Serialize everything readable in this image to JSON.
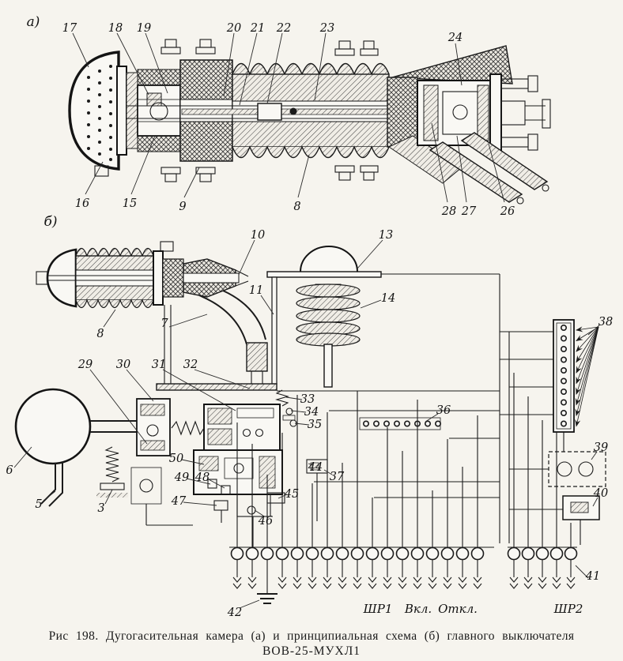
{
  "figure": {
    "part_a": {
      "label": "а)"
    },
    "part_b": {
      "label": "б)"
    },
    "caption": {
      "line1": "Рис 198. Дугогасительная камера (а) и принципиальная схема (б) главного выключателя",
      "line2": "ВОВ-25-МУХЛ1"
    },
    "terminals": {
      "shr1": "ШР1",
      "vkl": "Вкл.",
      "otkl": "Откл.",
      "shr2": "ШР2"
    },
    "callouts_a": {
      "n8": "8",
      "n9": "9",
      "n15": "15",
      "n16": "16",
      "n17": "17",
      "n18": "18",
      "n19": "19",
      "n20": "20",
      "n21": "21",
      "n22": "22",
      "n23": "23",
      "n24": "24",
      "n26": "26",
      "n27": "27",
      "n28": "28"
    },
    "callouts_b": {
      "n3": "3",
      "n5": "5",
      "n6": "6",
      "n7": "7",
      "n8": "8",
      "n10": "10",
      "n11": "11",
      "n13": "13",
      "n14": "14",
      "n29": "29",
      "n30": "30",
      "n31": "31",
      "n32": "32",
      "n33": "33",
      "n34": "34",
      "n35": "35",
      "n36": "36",
      "n37": "37",
      "n38": "38",
      "n39": "39",
      "n40": "40",
      "n41": "41",
      "n42": "42",
      "n44": "44",
      "n45": "45",
      "n46": "46",
      "n47": "47",
      "n48": "48",
      "n49": "49",
      "n50": "50"
    }
  }
}
